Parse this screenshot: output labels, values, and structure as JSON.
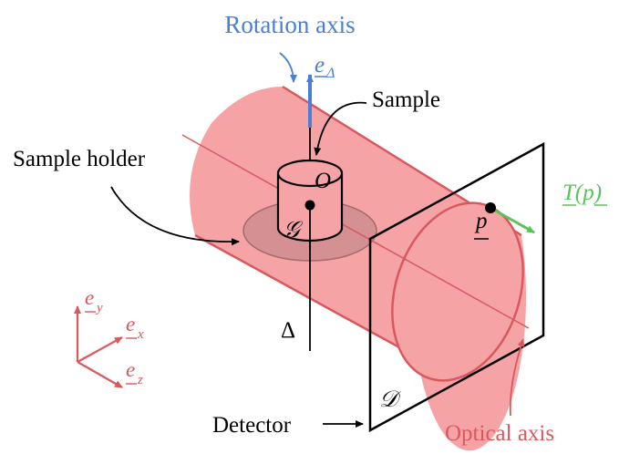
{
  "labels": {
    "rotation_axis": "Rotation axis",
    "e_delta_main": "e",
    "e_delta_sub": "Δ",
    "sample": "Sample",
    "sample_holder": "Sample holder",
    "origin": "O",
    "center": "𝒢",
    "point_p": "p",
    "t_p": "T(p)",
    "delta": "Δ",
    "detector_symbol": "𝒟",
    "detector": "Detector",
    "optical_axis": "Optical axis",
    "ey_main": "e",
    "ey_sub": "y",
    "ex_main": "e",
    "ex_sub": "x",
    "ez_main": "e",
    "ez_sub": "z"
  },
  "colors": {
    "cylinder_fill": "#f6a3a6",
    "cylinder_stroke": "#d9585e",
    "rotation_blue": "#4a7fd4",
    "green": "#5cc25a",
    "frame_red": "#d9585e",
    "holder_fill": "#c98a8c",
    "black": "#000000"
  }
}
